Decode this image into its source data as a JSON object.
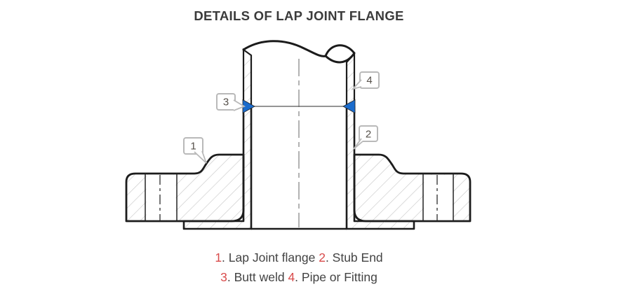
{
  "title": "DETAILS OF LAP JOINT FLANGE",
  "callouts": [
    {
      "label": "1",
      "refers_to": "Lap Joint flange"
    },
    {
      "label": "2",
      "refers_to": "Stub End"
    },
    {
      "label": "3",
      "refers_to": "Butt weld"
    },
    {
      "label": "4",
      "refers_to": "Pipe or Fitting"
    }
  ],
  "legend": {
    "line1": [
      {
        "t": "1",
        "red": true
      },
      {
        "t": ". Lap Joint flange ",
        "red": false
      },
      {
        "t": "2",
        "red": true
      },
      {
        "t": ". Stub End",
        "red": false
      }
    ],
    "line2": [
      {
        "t": "3",
        "red": true
      },
      {
        "t": ". Butt weld ",
        "red": false
      },
      {
        "t": "4",
        "red": true
      },
      {
        "t": ". Pipe or Fitting",
        "red": false
      }
    ]
  },
  "colors": {
    "accent_red": "#d94b4b",
    "weld_blue": "#1a6bcc",
    "outline": "#1c1c1c",
    "hatch": "#c9c9c9",
    "text": "#3e3e3e",
    "callout_border": "#b9b9b9",
    "callout_text": "#55504a",
    "background": "#ffffff"
  }
}
